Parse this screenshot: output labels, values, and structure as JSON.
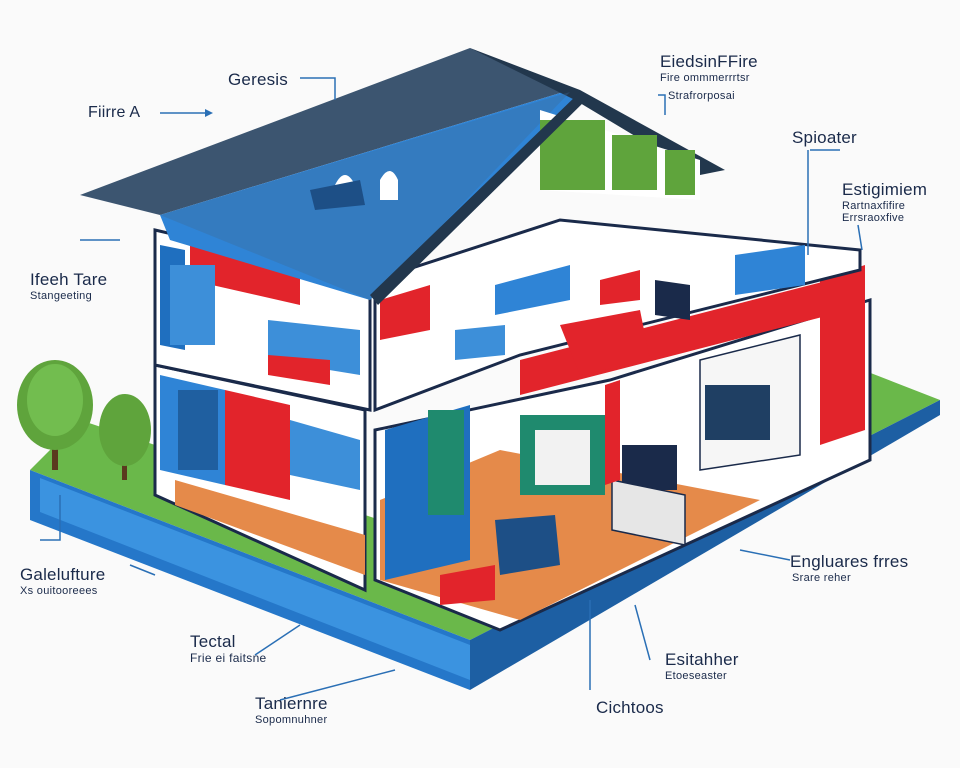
{
  "labels": {
    "fire_a": {
      "title": "Fiirre A"
    },
    "geresis": {
      "title": "Geresis"
    },
    "eiedsinfire": {
      "title": "EiedsinFFire",
      "line1": "Fire ommmerrrtsr",
      "line2": "Strafrorposai"
    },
    "spioater": {
      "title": "Spioater"
    },
    "estigimiem": {
      "title": "Estigimiem",
      "line1": "Rartnaxfifire",
      "line2": "Errsraoxfive"
    },
    "ifeeh_tare": {
      "title": "Ifeeh Tare",
      "line1": "Stangeeting"
    },
    "galelufture": {
      "title": "Galelufture",
      "line1": "Xs ouitooreees"
    },
    "tectal": {
      "title": "Tectal",
      "line1": "Frie ei faitsne"
    },
    "taniernre": {
      "title": "Taniernre",
      "line1": "Sopomnuhner"
    },
    "estanher": {
      "title": "Esitahher",
      "line1": "Etoeseaster"
    },
    "engluares": {
      "title": "Engluares frres",
      "line1": "Srare reher"
    },
    "cichtoos": {
      "title": "Cichtoos"
    }
  },
  "colors": {
    "roof": "#3c5570",
    "roof_edge": "#22374d",
    "red_wall": "#e2242b",
    "blue_wall": "#2f84d6",
    "floor_wood": "#e58a4a",
    "grass": "#6ab84a",
    "base_blue": "#2577c9",
    "tree": "#5fa43c",
    "label_text": "#1a2a4a",
    "leader_line": "#2a6fb5"
  },
  "icons": [
    "house-cutaway-icon",
    "tree-icon",
    "sofa-icon",
    "bed-icon",
    "tv-icon",
    "arrow-right-icon"
  ]
}
